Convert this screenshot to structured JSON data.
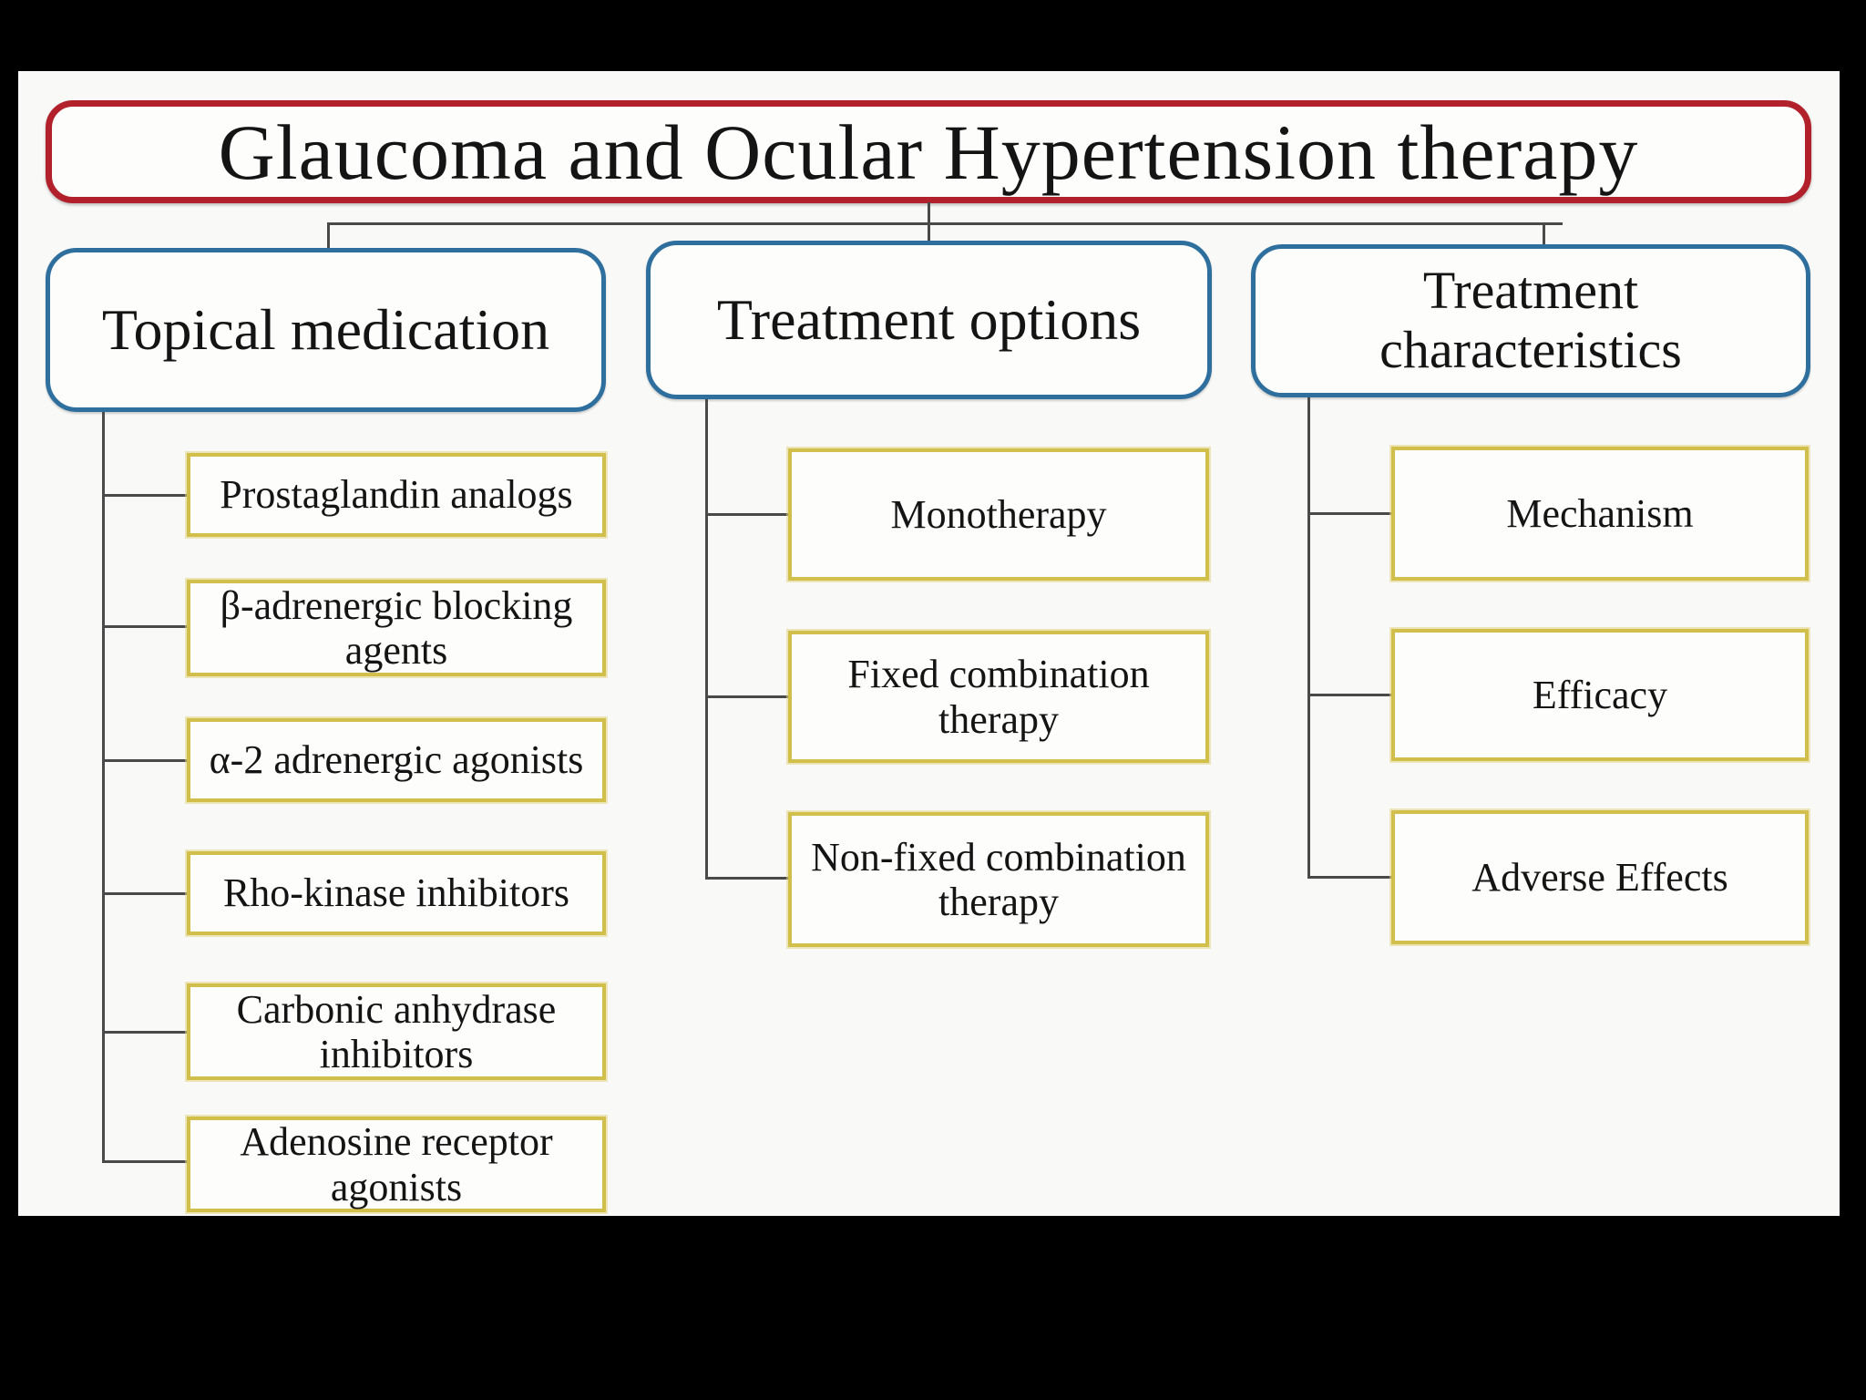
{
  "title": "Glaucoma and Ocular Hypertension therapy",
  "columns": [
    {
      "header": "Topical medication",
      "items": [
        "Prostaglandin analogs",
        "β-adrenergic blocking agents",
        "α-2 adrenergic agonists",
        "Rho-kinase inhibitors",
        "Carbonic anhydrase inhibitors",
        "Adenosine receptor agonists"
      ]
    },
    {
      "header": "Treatment options",
      "items": [
        "Monotherapy",
        "Fixed combination therapy",
        "Non-fixed combination therapy"
      ]
    },
    {
      "header": "Treatment characteristics",
      "items": [
        "Mechanism",
        "Efficacy",
        "Adverse Effects"
      ]
    }
  ],
  "colors": {
    "title_border": "#b2212b",
    "header_border": "#2e6f9e",
    "item_border": "#d2bf4b",
    "connector": "#4a4a4a",
    "outer_background": "#000000",
    "panel_background": "#f9f9f8",
    "text": "#141414"
  }
}
